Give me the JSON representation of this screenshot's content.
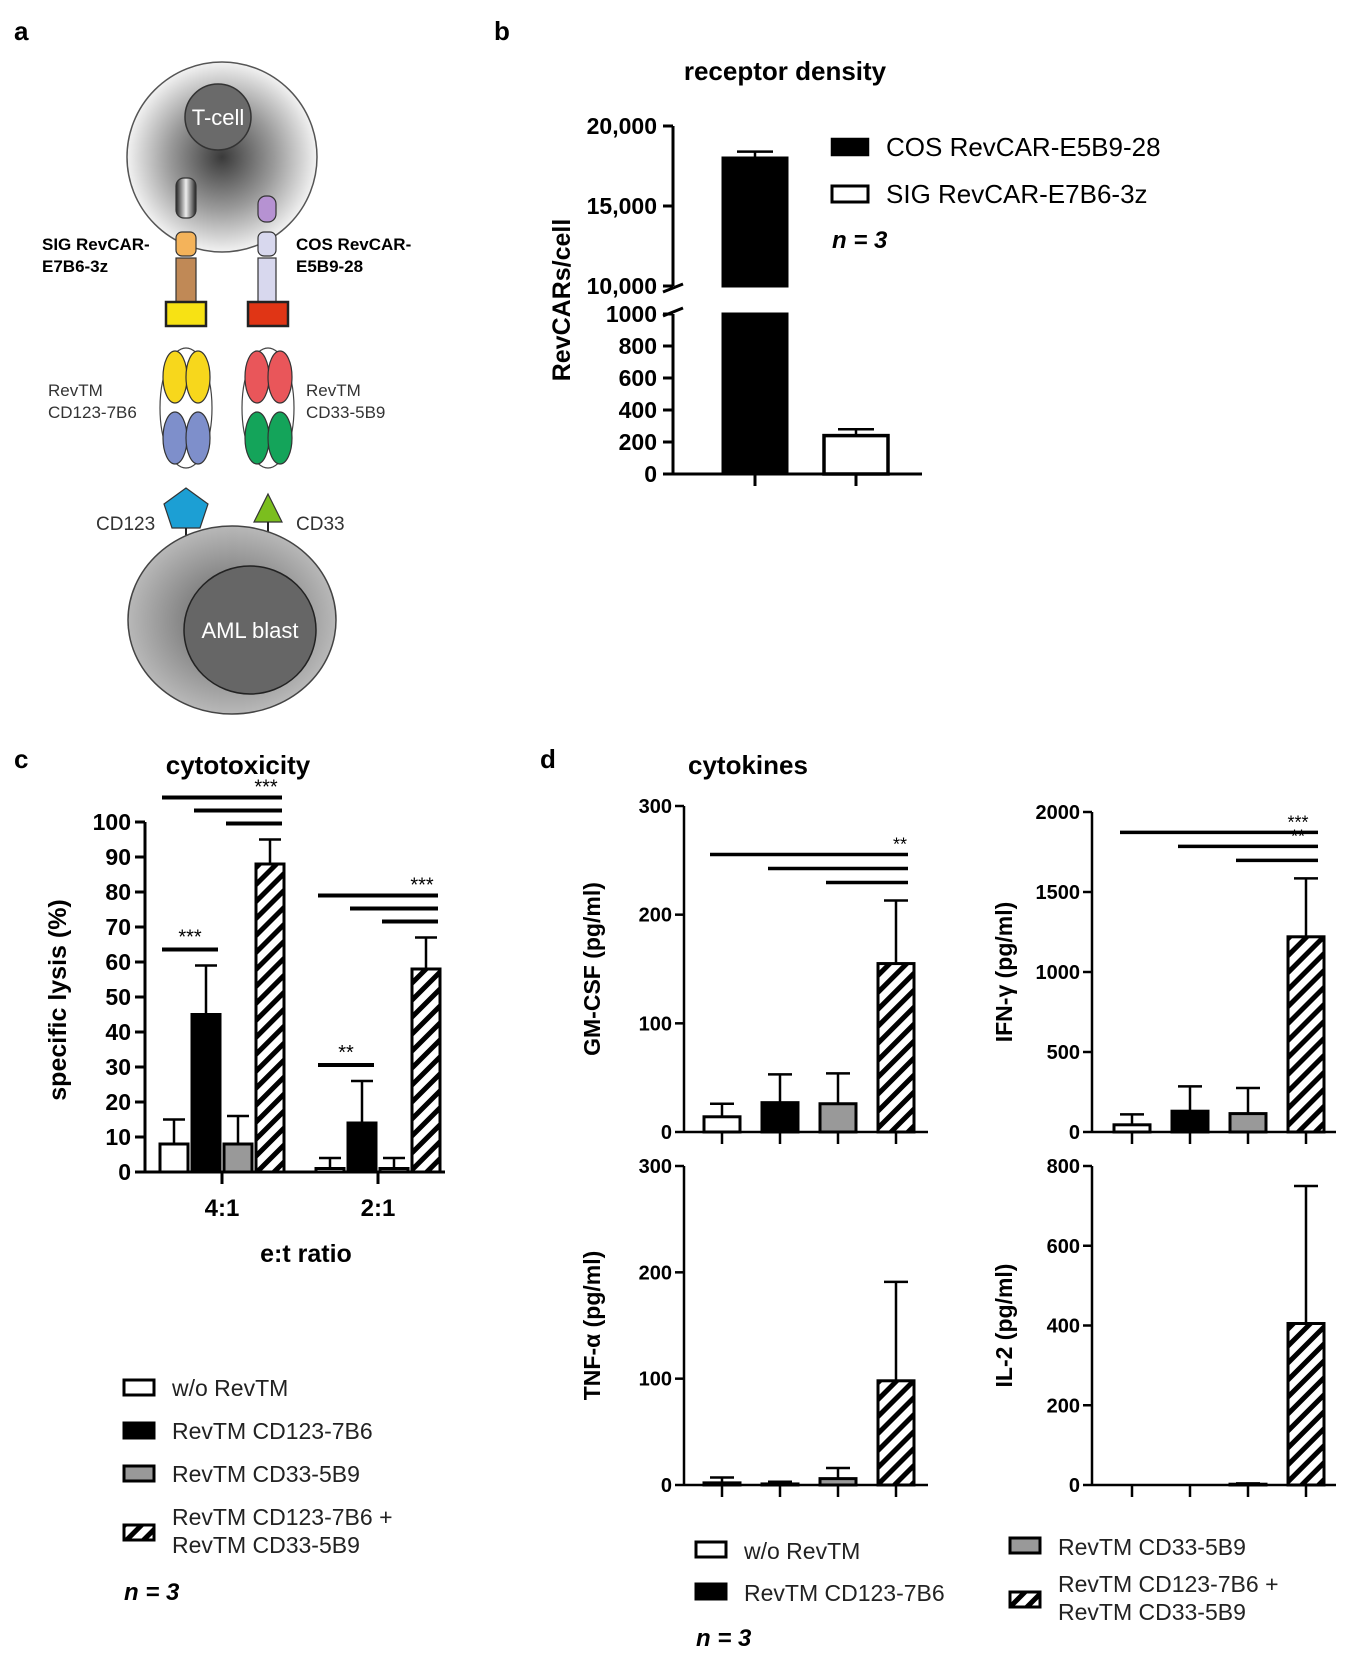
{
  "panels": {
    "a": {
      "letter": "a",
      "tcell": "T-cell",
      "sig_line1": "SIG RevCAR-",
      "sig_line2": "E7B6-3z",
      "cos_line1": "COS RevCAR-",
      "cos_line2": "E5B9-28",
      "revtm_left_line1": "RevTM",
      "revtm_left_line2": "CD123-7B6",
      "revtm_right_line1": "RevTM",
      "revtm_right_line2": "CD33-5B9",
      "antigen_left": "CD123",
      "antigen_right": "CD33",
      "aml": "AML blast",
      "colors": {
        "sig_hinge": "#F4B35A",
        "sig_tm": "#C08956",
        "sig_tag": "#F7E214",
        "cos_hinge": "#D8D8EE",
        "cos_tag": "#E03515",
        "cos_top": "#B692D2",
        "revtm_left_top": "#F7D71C",
        "revtm_left_bottom": "#7E8FCB",
        "revtm_right_top": "#E9565A",
        "revtm_right_bottom": "#14A45A",
        "cd123": "#1C9FD4",
        "cd33": "#7BBE1E"
      }
    },
    "b": {
      "letter": "b"
    },
    "c": {
      "letter": "c"
    },
    "d": {
      "letter": "d"
    }
  },
  "chart_data": [
    {
      "panel": "b",
      "type": "bar",
      "title": "receptor density",
      "ylabel": "RevCARs/cell",
      "xlabel": "",
      "categories": [
        "COS RevCAR-E5B9-28",
        "SIG RevCAR-E7B6-3z"
      ],
      "values": [
        18000,
        240
      ],
      "errors": [
        400,
        40
      ],
      "fills": [
        "black",
        "white"
      ],
      "axis_break": {
        "lower": [
          0,
          1000
        ],
        "upper": [
          10000,
          20000
        ]
      },
      "yticks_lower": [
        "0",
        "200",
        "400",
        "600",
        "800",
        "1000"
      ],
      "yticks_upper": [
        "10,000",
        "15,000",
        "20,000"
      ],
      "legend": [
        "COS RevCAR-E5B9-28",
        "SIG RevCAR-E7B6-3z"
      ],
      "note": "n = 3"
    },
    {
      "panel": "c",
      "type": "bar",
      "title": "cytotoxicity",
      "ylabel": "specific lysis (%)",
      "xlabel": "e:t ratio",
      "categories": [
        "4:1",
        "2:1"
      ],
      "ylim": [
        0,
        100
      ],
      "yticks": [
        "0",
        "10",
        "20",
        "30",
        "40",
        "50",
        "60",
        "70",
        "80",
        "90",
        "100"
      ],
      "series": [
        {
          "name": "w/o RevTM",
          "values": [
            8,
            1
          ],
          "errors": [
            7,
            3
          ]
        },
        {
          "name": "RevTM CD123-7B6",
          "values": [
            45,
            14
          ],
          "errors": [
            14,
            12
          ]
        },
        {
          "name": "RevTM CD33-5B9",
          "values": [
            8,
            1
          ],
          "errors": [
            8,
            3
          ]
        },
        {
          "name": "RevTM CD123-7B6 + RevTM CD33-5B9",
          "values": [
            88,
            58
          ],
          "errors": [
            7,
            9
          ]
        }
      ],
      "significance": [
        {
          "group": "4:1",
          "label": "***",
          "pairs": [
            "1-4",
            "2-4",
            "3-4"
          ]
        },
        {
          "group": "4:1",
          "label": "***",
          "pairs": [
            "1-2"
          ]
        },
        {
          "group": "2:1",
          "label": "***",
          "pairs": [
            "1-4",
            "2-4",
            "3-4"
          ]
        },
        {
          "group": "2:1",
          "label": "**",
          "pairs": [
            "1-2"
          ]
        }
      ],
      "legend": [
        "w/o RevTM",
        "RevTM CD123-7B6",
        "RevTM CD33-5B9",
        "RevTM CD123-7B6 +",
        "RevTM CD33-5B9"
      ],
      "note": "n = 3"
    },
    {
      "panel": "d",
      "type": "bar",
      "title": "cytokines",
      "ylabel": "GM-CSF (pg/ml)",
      "ylim": [
        0,
        300
      ],
      "yticks": [
        "0",
        "100",
        "200",
        "300"
      ],
      "values": [
        14,
        27,
        26,
        155
      ],
      "errors": [
        12,
        26,
        28,
        58
      ],
      "significance": {
        "label": "**",
        "pairs": [
          "1-4",
          "2-4",
          "3-4"
        ]
      }
    },
    {
      "panel": "d",
      "type": "bar",
      "ylabel": "IFN-γ (pg/ml)",
      "ylim": [
        0,
        2000
      ],
      "yticks": [
        "0",
        "500",
        "1000",
        "1500",
        "2000"
      ],
      "values": [
        45,
        130,
        115,
        1220
      ],
      "errors": [
        65,
        155,
        160,
        365
      ],
      "significance": [
        {
          "label": "***",
          "pairs": [
            "1-4"
          ]
        },
        {
          "label": "**",
          "pairs": [
            "2-4",
            "3-4"
          ]
        }
      ]
    },
    {
      "panel": "d",
      "type": "bar",
      "ylabel": "TNF-α (pg/ml)",
      "ylim": [
        0,
        300
      ],
      "yticks": [
        "0",
        "100",
        "200",
        "300"
      ],
      "values": [
        2,
        1,
        6,
        98
      ],
      "errors": [
        5,
        2,
        10,
        93
      ]
    },
    {
      "panel": "d",
      "type": "bar",
      "ylabel": "IL-2 (pg/ml)",
      "ylim": [
        0,
        800
      ],
      "yticks": [
        "0",
        "200",
        "400",
        "600",
        "800"
      ],
      "values": [
        0,
        0,
        2,
        405
      ],
      "errors": [
        0,
        0,
        2,
        345
      ]
    }
  ],
  "legend_d": {
    "col1": [
      "w/o RevTM",
      "RevTM CD123-7B6"
    ],
    "col2": [
      "RevTM CD33-5B9",
      "RevTM CD123-7B6 +",
      "RevTM CD33-5B9"
    ],
    "note": "n = 3"
  }
}
